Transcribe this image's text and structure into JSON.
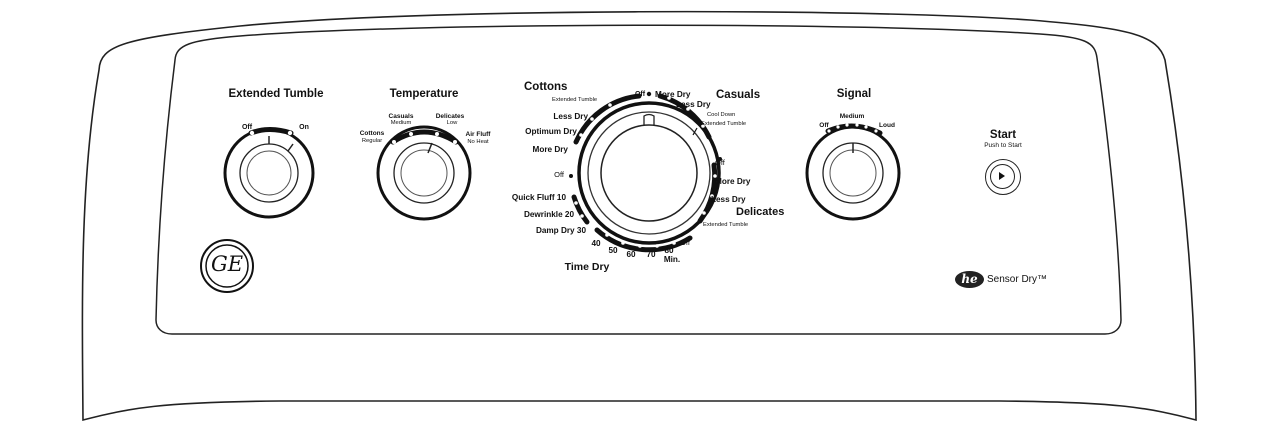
{
  "extended_tumble": {
    "title": "Extended Tumble",
    "off": "Off",
    "on": "On"
  },
  "temperature": {
    "title": "Temperature",
    "cottons": "Cottons",
    "regular": "Regular",
    "casuals": "Casuals",
    "medium": "Medium",
    "delicates": "Delicates",
    "low": "Low",
    "air_fluff": "Air Fluff",
    "no_heat": "No Heat"
  },
  "cycle": {
    "cottons": "Cottons",
    "extended_tumble_top": "Extended Tumble",
    "off_top": "Off",
    "less_dry_left": "Less Dry",
    "optimum_dry": "Optimum Dry",
    "more_dry_left": "More Dry",
    "off_left": "Off",
    "quick_fluff": "Quick Fluff 10",
    "dewrinkle": "Dewrinkle 20",
    "damp_dry": "Damp Dry 30",
    "time_dry": "Time Dry",
    "t40": "40",
    "t50": "50",
    "t60": "60",
    "t70": "70",
    "t80": "80",
    "min": "Min.",
    "off_bottom": "Off",
    "casuals": "Casuals",
    "more_dry_casuals": "More Dry",
    "less_dry_casuals": "Less Dry",
    "cool_down": "Cool Down",
    "extended_tumble_casuals": "Extended Tumble",
    "off_right": "Off",
    "more_dry_right": "More Dry",
    "less_dry_right": "Less Dry",
    "delicates": "Delicates",
    "extended_tumble_delicates": "Extended Tumble"
  },
  "signal": {
    "title": "Signal",
    "off": "Off",
    "medium": "Medium",
    "loud": "Loud"
  },
  "start": {
    "title": "Start",
    "subtitle": "Push to Start"
  },
  "brand": {
    "logo_text": "GE",
    "he_text": "he",
    "sensor_dry": "Sensor Dry™"
  }
}
